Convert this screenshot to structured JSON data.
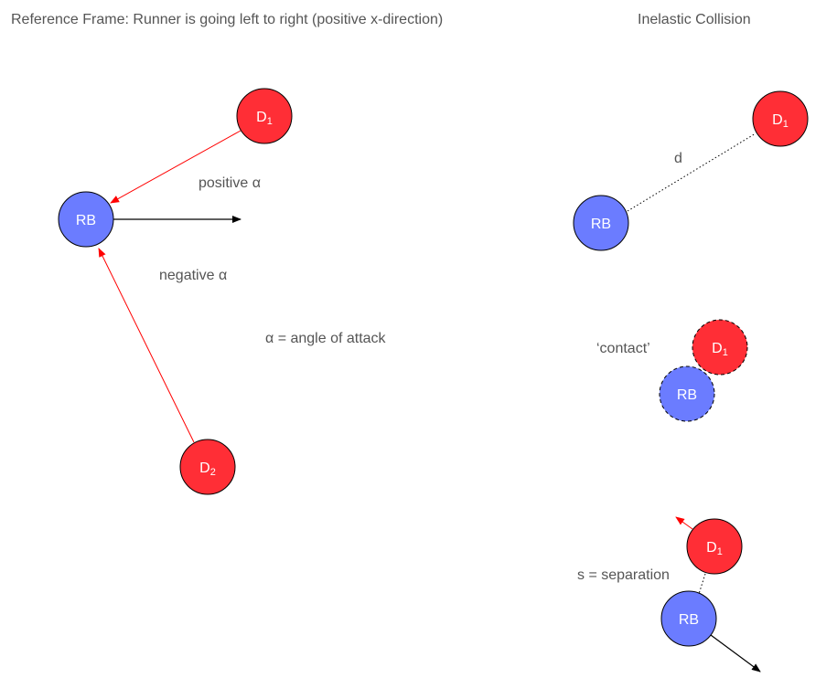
{
  "left_panel": {
    "heading": "Reference Frame:  Runner is going left to right (positive x-direction)",
    "runner_label": "RB",
    "defender1_label": {
      "base": "D",
      "sub": "1"
    },
    "defender2_label": {
      "base": "D",
      "sub": "2"
    },
    "positive_alpha": "positive α",
    "negative_alpha": "negative α",
    "alpha_definition": "α = angle of attack"
  },
  "right_panel": {
    "heading": "Inelastic Collision",
    "distance_label": "d",
    "contact_label": "‘contact’",
    "separation_label": "s = separation",
    "runner_label": "RB",
    "defender_label": {
      "base": "D",
      "sub": "1"
    }
  },
  "colors": {
    "runner_fill": "#6b7cff",
    "defender_fill": "#ff2e36",
    "arrow_black": "#000000",
    "arrow_red": "#ff0000",
    "text": "#555555"
  }
}
